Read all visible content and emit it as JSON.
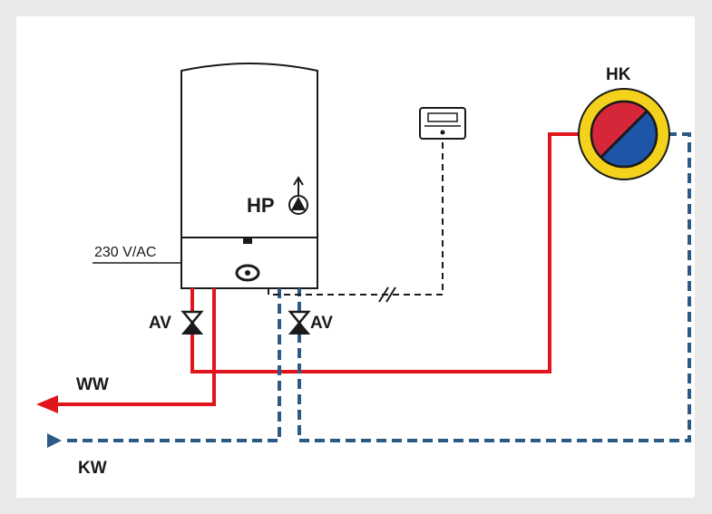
{
  "labels": {
    "circuit": "HK",
    "pump": "HP",
    "voltage": "230 V/AC",
    "valve_left": "AV",
    "valve_right": "AV",
    "hot_water": "WW",
    "cold_water": "KW"
  },
  "colors": {
    "hot_line": "#e1141c",
    "cold_line": "#2b5a86",
    "outline": "#1a1a1a",
    "hk_ring": "#f4d21c",
    "hk_red": "#d6263a",
    "hk_blue": "#1d56a8",
    "background": "#e9e9e9",
    "panel": "#ffffff"
  },
  "icons": {
    "pump": "pump-icon",
    "thermostat": "thermostat-icon",
    "display": "boiler-display-icon",
    "valve": "shutoff-valve-icon",
    "circuit": "heating-circuit-icon"
  }
}
